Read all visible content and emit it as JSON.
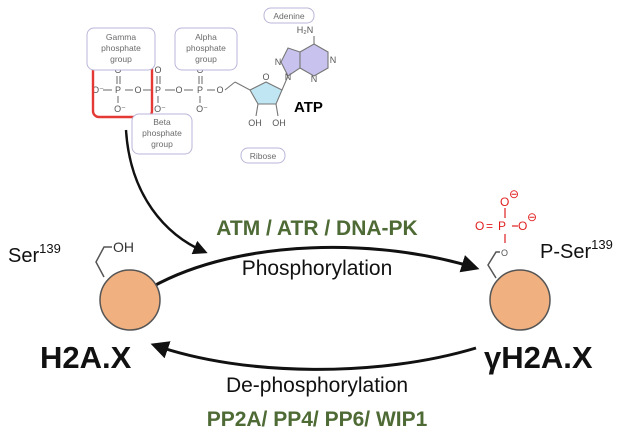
{
  "atp": {
    "title": "ATP",
    "labels": {
      "gamma": [
        "Gamma",
        "phosphate",
        "group"
      ],
      "alpha": [
        "Alpha",
        "phosphate",
        "group"
      ],
      "beta": [
        "Beta",
        "phosphate",
        "group"
      ],
      "adenine": "Adenine",
      "ribose": "Ribose"
    },
    "atoms": {
      "o": "O",
      "o_minus": "O⁻",
      "p": "P",
      "n": "N",
      "oh": "OH",
      "h2n": "H₂N"
    }
  },
  "forward": {
    "enzymes": "ATM / ATR / DNA-PK",
    "process": "Phosphorylation"
  },
  "reverse": {
    "process": "De-phosphorylation",
    "enzymes": "PP2A/ PP4/ PP6/ WIP1"
  },
  "left": {
    "residue": "Ser",
    "residue_number": "139",
    "group": "OH",
    "protein": "H2A.X"
  },
  "right": {
    "residue": "P-Ser",
    "residue_number": "139",
    "protein": "γH2A.X",
    "phospho": {
      "o": "O",
      "p": "P",
      "minus": "⊖",
      "bond": "="
    }
  },
  "colors": {
    "enzyme_green": "#4e6a35",
    "circle_fill": "#f0b07f",
    "circle_stroke": "#555555",
    "gamma_box": "#e53935",
    "phospho_red": "#e02020",
    "pill_border": "#b9b6d8",
    "adenine_fill": "#c7c3ee",
    "ribose_fill": "#bfe6f2"
  }
}
